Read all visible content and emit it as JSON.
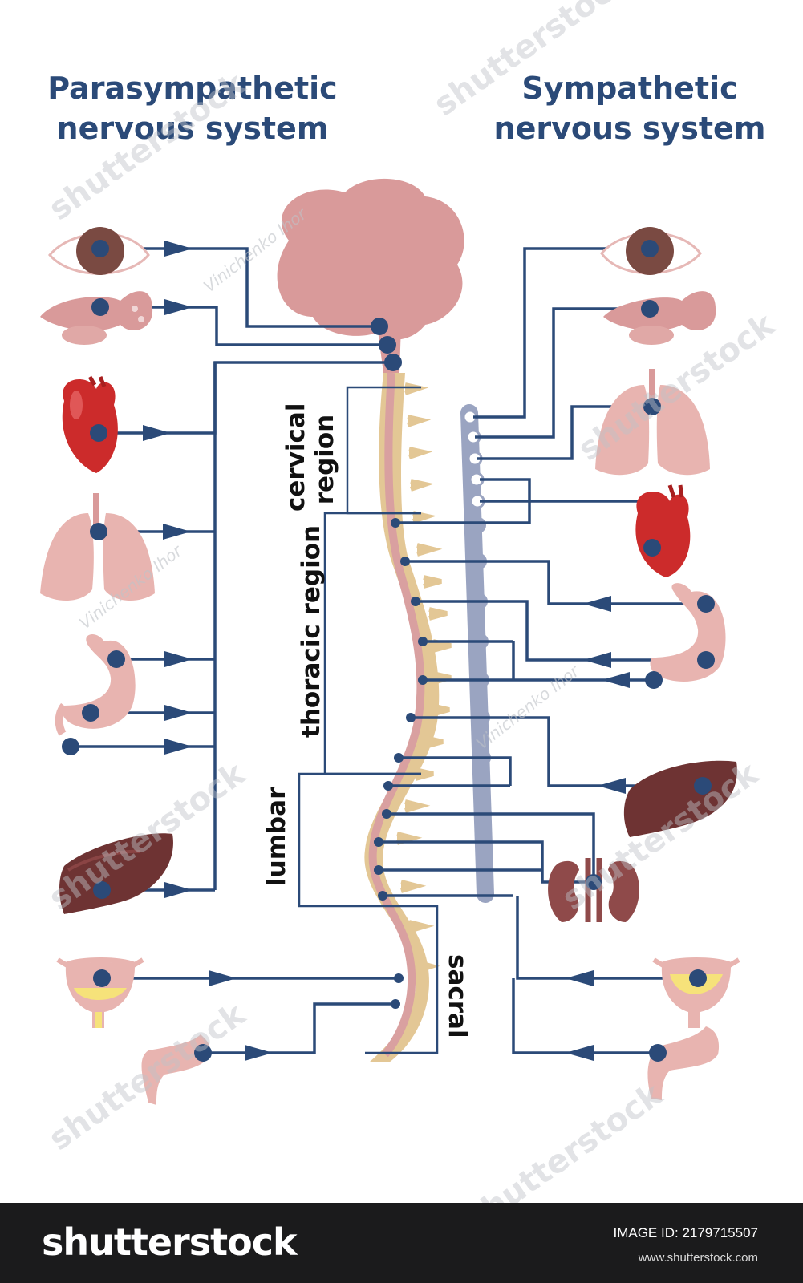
{
  "titles": {
    "left_line1": "Parasympathetic",
    "left_line2": "nervous system",
    "right_line1": "Sympathetic",
    "right_line2": "nervous system"
  },
  "regions": {
    "cervical_line1": "cervical",
    "cervical_line2": "region",
    "thoracic": "thoracic region",
    "lumbar": "lumbar",
    "sacral": "sacral"
  },
  "colors": {
    "nerve": "#2b4a78",
    "brain": "#d99a9a",
    "spine": "#e3c795",
    "cord": "#d9a0a0",
    "ganglion_chain": "#9aa4c1",
    "heart": "#cc2b2b",
    "liver": "#6e3333",
    "kidney": "#8f4a4a",
    "bladder_urine": "#f6e27a",
    "organ_pink": "#e8b4b0"
  },
  "organs_parasympathetic": [
    "eye-icon",
    "salivary-gland-icon",
    "heart-icon",
    "lungs-icon",
    "stomach-icon",
    "liver-icon",
    "bladder-icon",
    "intestine-icon"
  ],
  "organs_sympathetic": [
    "eye-icon",
    "salivary-gland-icon",
    "lungs-icon",
    "heart-icon",
    "stomach-icon",
    "liver-icon",
    "kidneys-icon",
    "bladder-icon",
    "intestine-icon"
  ],
  "watermark": {
    "brand": "shutterstock",
    "author": "Vinichenko Ihor"
  },
  "footer": {
    "logo": "shutterstock",
    "image_id": "IMAGE ID: 2179715507",
    "site": "www.shutterstock.com"
  }
}
